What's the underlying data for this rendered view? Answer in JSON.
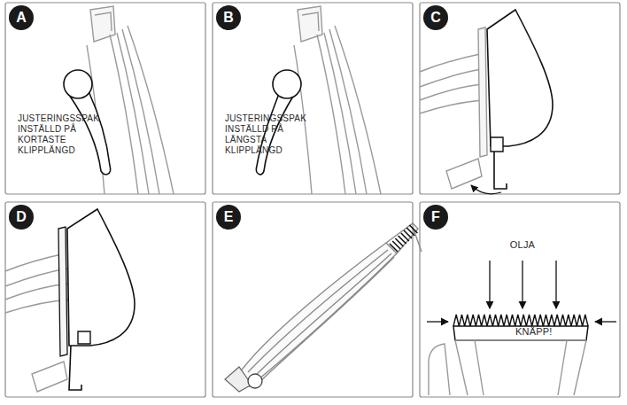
{
  "diagram": {
    "nodes": [
      {
        "text": [
          "A"
        ]
      },
      {
        "text": [
          "B"
        ]
      },
      {
        "text": [
          "C"
        ]
      },
      {
        "text": [
          "D"
        ]
      },
      {
        "text": [
          "E"
        ]
      },
      {
        "text": [
          "F"
        ]
      }
    ],
    "labels": [
      "JUSTERINGSSPAK INSTÄLLD PÅ KORTASTE KLIPPLÄNGD",
      "JUSTERINGSSPAK INSTÄLLD PÅ LÄNGSTA KLIPPLÄNGD",
      "KNÄPP!",
      "OLJA"
    ]
  }
}
